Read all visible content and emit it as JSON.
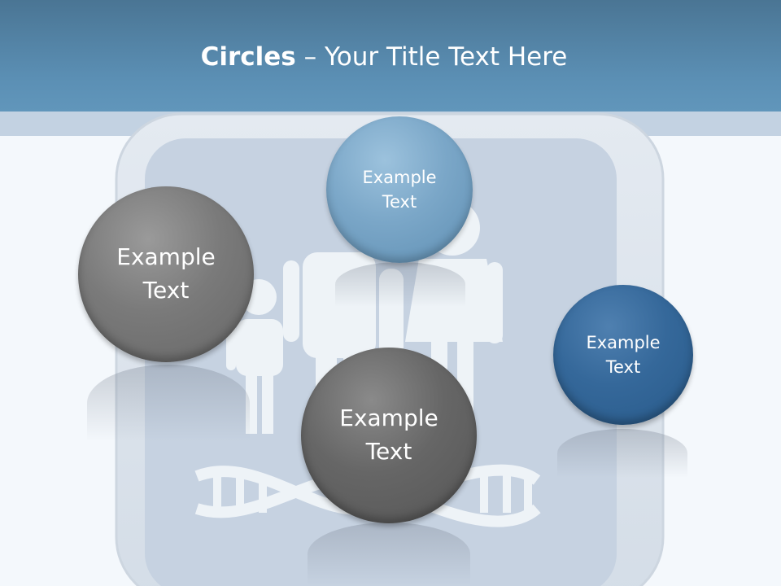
{
  "header": {
    "title_bold": "Circles",
    "title_rest": " – Your Title Text Here"
  },
  "circles": [
    {
      "line1": "Example",
      "line2": "Text"
    },
    {
      "line1": "Example",
      "line2": "Text"
    },
    {
      "line1": "Example",
      "line2": "Text"
    },
    {
      "line1": "Example",
      "line2": "Text"
    }
  ],
  "colors": {
    "header": "#5b8fb4",
    "gray_circle": "#7a7a7a",
    "dark_circle": "#666666",
    "light_blue_circle": "#7ba7c8",
    "navy_circle": "#35689a"
  },
  "background_icon": "family-dna-icon"
}
